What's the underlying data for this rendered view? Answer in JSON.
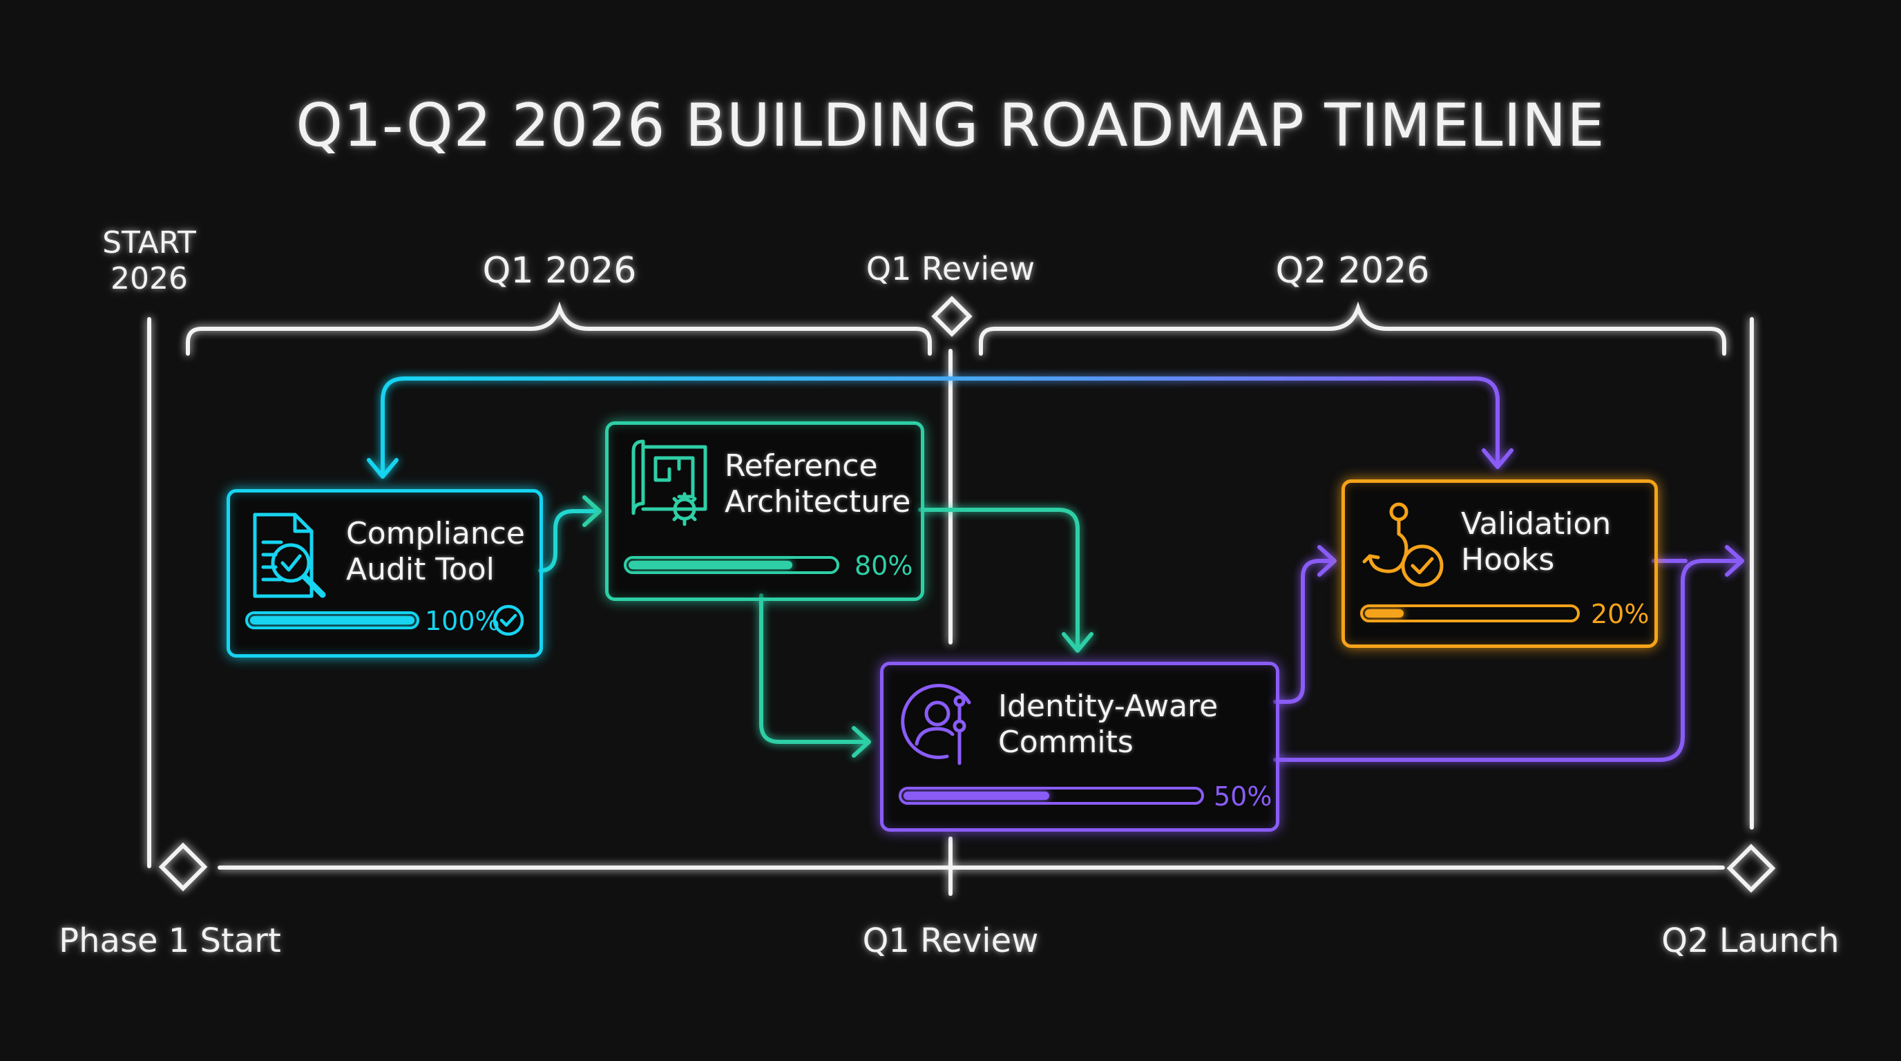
{
  "title": "Q1-Q2 2026 BUILDING ROADMAP TIMELINE",
  "colors": {
    "background": "#101010",
    "compliance": "#17d4f0",
    "architecture": "#2ecfa6",
    "identity": "#8a5cf6",
    "validation": "#f5a31a",
    "axis": "#f2f2f2"
  },
  "labels": {
    "start": "START\n2026",
    "q1": "Q1 2026",
    "q1_review_top": "Q1 Review",
    "q2": "Q2 2026",
    "phase1": "Phase 1 Start",
    "q1_review_bottom": "Q1 Review",
    "q2_launch": "Q2 Launch"
  },
  "tasks": [
    {
      "name": "Compliance\nAudit Tool",
      "progress_label": "100%",
      "progress": 1.0,
      "icon": "document-search-icon",
      "complete": true
    },
    {
      "name": "Reference\nArchitecture",
      "progress_label": "80%",
      "progress": 0.8,
      "icon": "blueprint-gear-icon"
    },
    {
      "name": "Identity-Aware\nCommits",
      "progress_label": "50%",
      "progress": 0.5,
      "icon": "user-commit-icon"
    },
    {
      "name": "Validation\nHooks",
      "progress_label": "20%",
      "progress": 0.2,
      "icon": "hook-check-icon"
    }
  ]
}
